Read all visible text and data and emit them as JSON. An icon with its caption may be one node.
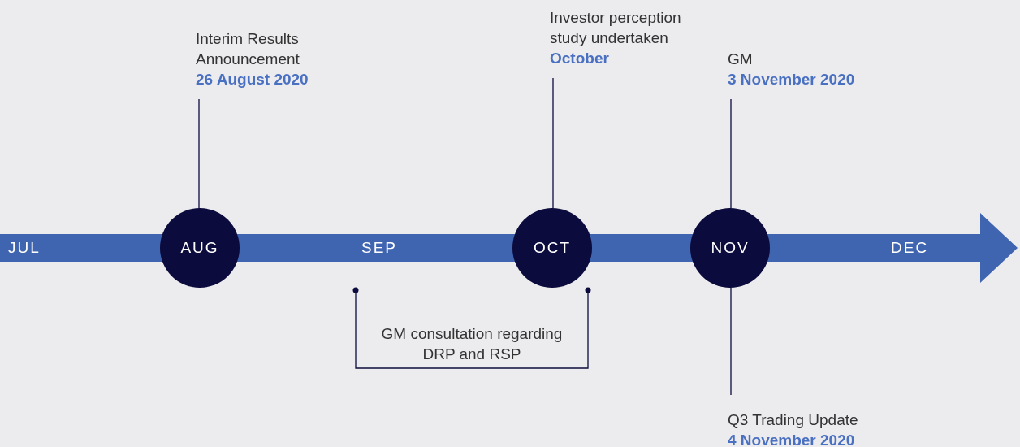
{
  "diagram": {
    "nodes": [
      {
        "text": [
          "Interim Results Announcement",
          "26 August 2020"
        ]
      },
      {
        "text": [
          "AUG"
        ]
      },
      {
        "text": [
          "Investor perception study undertaken",
          "October"
        ]
      },
      {
        "text": [
          "OCT"
        ]
      },
      {
        "text": [
          "GM",
          "3 November 2020"
        ]
      },
      {
        "text": [
          "NOV"
        ]
      },
      {
        "text": [
          "Q3 Trading Update",
          "4 November 2020"
        ]
      }
    ],
    "edges": [
      {
        "from": 0,
        "to": 1,
        "arrow": "none"
      },
      {
        "from": 2,
        "to": 3,
        "arrow": "none"
      },
      {
        "from": 4,
        "to": 5,
        "arrow": "none"
      },
      {
        "from": 5,
        "to": 6,
        "arrow": "none"
      }
    ],
    "labels": [
      "JUL",
      "SEP",
      "DEC",
      "GM consultation regarding DRP and RSP"
    ]
  }
}
